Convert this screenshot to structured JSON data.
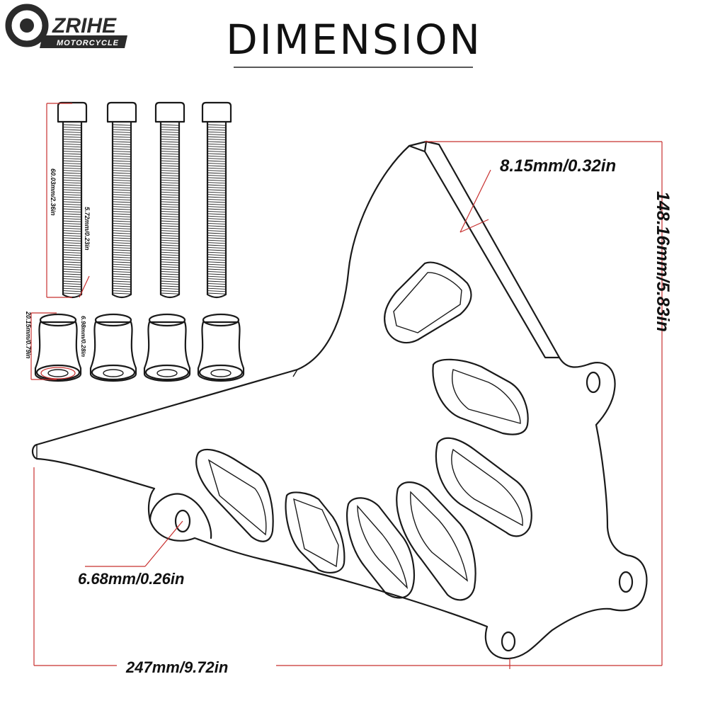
{
  "brand": {
    "name": "ZRIHE",
    "tagline": "MOTORCYCLE"
  },
  "title": "DIMENSION",
  "dimensions": {
    "plate_thickness": "8.15mm/0.32in",
    "height": "148.16mm/5.83in",
    "hole_diameter": "6.68mm/0.26in",
    "length": "247mm/9.72in",
    "bolt_length": "60.03mm/2.36in",
    "bolt_diameter": "5.72mm/0.23in",
    "spacer_height": "20.15mm/0.79in",
    "spacer_hole": "6.98mm/0.28in"
  },
  "counts": {
    "bolts": 4,
    "spacers": 4
  },
  "colors": {
    "line": "#1a1a1a",
    "dimension_line": "#c8302f",
    "background": "#ffffff",
    "logo_dark": "#2b2b2b"
  }
}
